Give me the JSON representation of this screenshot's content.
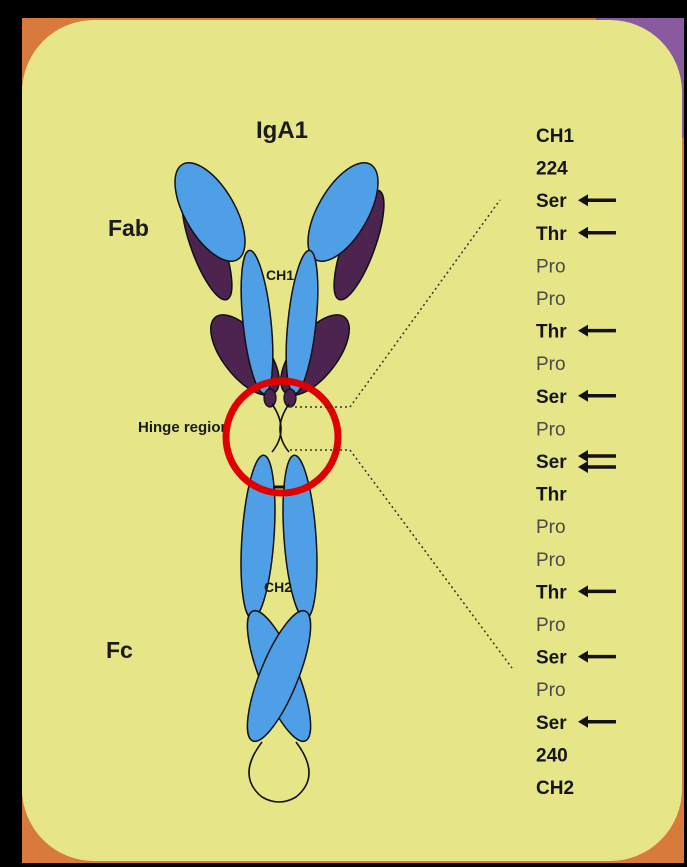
{
  "diagram": {
    "title": "IgA1",
    "fab_label": "Fab",
    "fc_label": "Fc",
    "ch1_label": "CH1",
    "ch2_label": "CH2",
    "hinge_label": "Hinge region",
    "colors": {
      "background": "#e6e688",
      "heavy_chain": "#4f9fe6",
      "light_chain": "#4d2350",
      "highlight_circle": "#e00000"
    },
    "sequence": [
      {
        "text": "CH1",
        "bold": true,
        "arrows": 0
      },
      {
        "text": "224",
        "bold": true,
        "arrows": 0
      },
      {
        "text": "Ser",
        "bold": true,
        "arrows": 1
      },
      {
        "text": "Thr",
        "bold": true,
        "arrows": 1
      },
      {
        "text": "Pro",
        "bold": false,
        "arrows": 0
      },
      {
        "text": "Pro",
        "bold": false,
        "arrows": 0
      },
      {
        "text": "Thr",
        "bold": true,
        "arrows": 1
      },
      {
        "text": "Pro",
        "bold": false,
        "arrows": 0
      },
      {
        "text": "Ser",
        "bold": true,
        "arrows": 1
      },
      {
        "text": "Pro",
        "bold": false,
        "arrows": 0
      },
      {
        "text": "Ser",
        "bold": true,
        "arrows": 2
      },
      {
        "text": "Thr",
        "bold": true,
        "arrows": 0
      },
      {
        "text": "Pro",
        "bold": false,
        "arrows": 0
      },
      {
        "text": "Pro",
        "bold": false,
        "arrows": 0
      },
      {
        "text": "Thr",
        "bold": true,
        "arrows": 1
      },
      {
        "text": "Pro",
        "bold": false,
        "arrows": 0
      },
      {
        "text": "Ser",
        "bold": true,
        "arrows": 1
      },
      {
        "text": "Pro",
        "bold": false,
        "arrows": 0
      },
      {
        "text": "Ser",
        "bold": true,
        "arrows": 1
      },
      {
        "text": "240",
        "bold": true,
        "arrows": 0
      },
      {
        "text": "CH2",
        "bold": true,
        "arrows": 0
      }
    ]
  }
}
